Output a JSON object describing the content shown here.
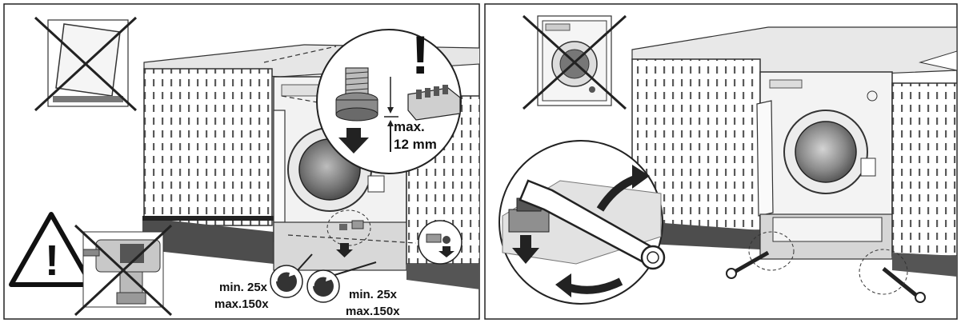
{
  "left_panel": {
    "callout": {
      "warning_mark": "!",
      "max_label": "max.",
      "max_value": "12 mm"
    },
    "screw_label_1": {
      "line1": "min. 25x",
      "line2": "max.150x"
    },
    "screw_label_2": {
      "line1": "min. 25x",
      "line2": "max.150x"
    },
    "warning_sign_mark": "!"
  },
  "right_panel": {},
  "colors": {
    "ink": "#111111",
    "grey_light": "#d8d8d8",
    "grey_mid": "#9a9a9a",
    "grey_dark": "#4a4a4a",
    "plinth": "#5a5a5a"
  }
}
